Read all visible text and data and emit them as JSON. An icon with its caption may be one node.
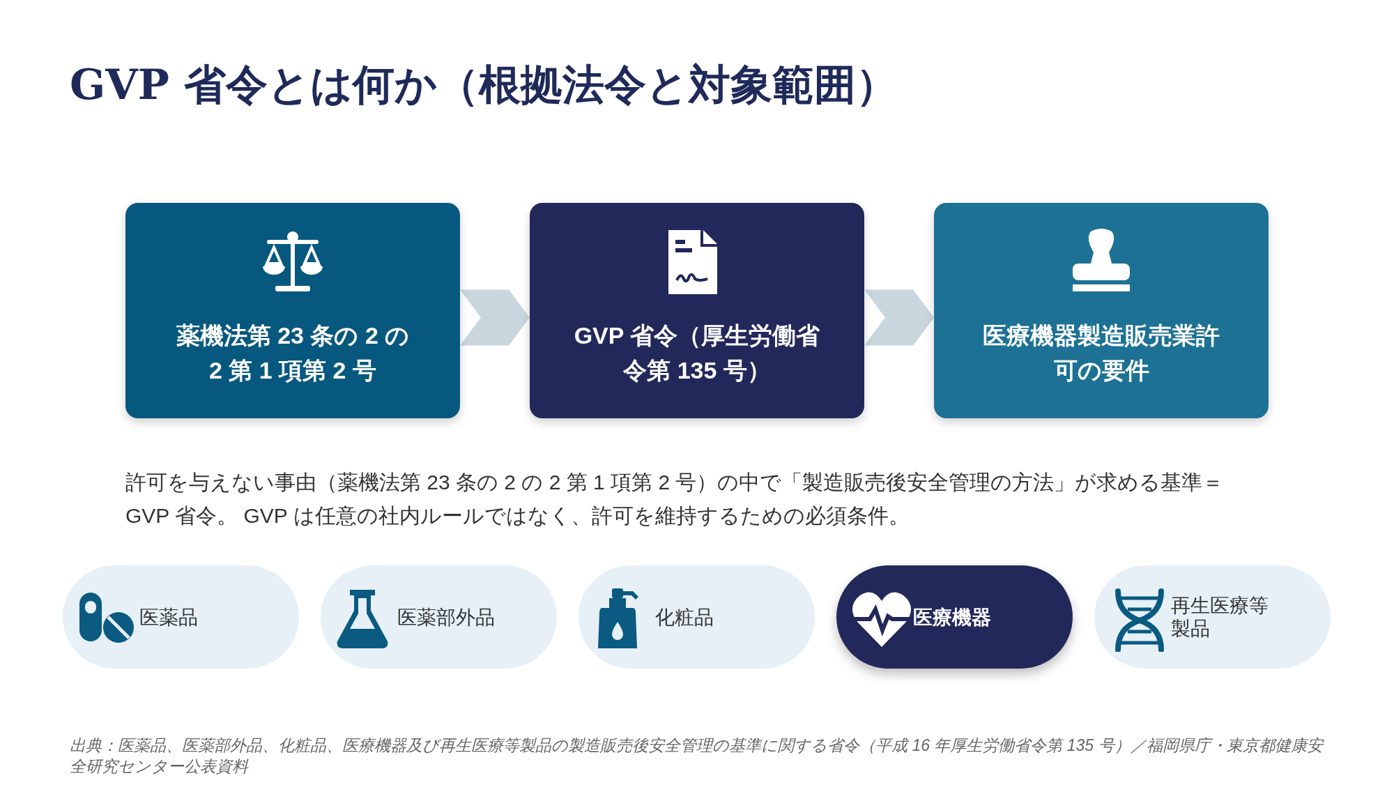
{
  "diagram": {
    "title": "GVP 省令とは何か（根拠法令と対象範囲）",
    "nodes": [
      {
        "text": [
          "薬機法第 23 条の 2 の 2 第 1 項第 2 号"
        ]
      },
      {
        "text": [
          "GVP 省令（厚生労働省令第 135 号）"
        ]
      },
      {
        "text": [
          "医療機器製造販売業許可の要件"
        ]
      },
      {
        "text": [
          "医薬品"
        ]
      },
      {
        "text": [
          "医薬部外品"
        ]
      },
      {
        "text": [
          "化粧品"
        ]
      },
      {
        "text": [
          "医療機器"
        ]
      },
      {
        "text": [
          "再生医療等製品"
        ]
      }
    ],
    "edges": [
      {
        "from": 0,
        "to": 1,
        "arrow": "to"
      },
      {
        "from": 1,
        "to": 2,
        "arrow": "to"
      }
    ],
    "labels": [
      "許可を与えない事由（薬機法第 23 条の 2 の 2 第 1 項第 2 号）の中で「製造販売後安全管理の方法」が求める基準＝ GVP 省令。 GVP は任意の社内ルールではなく、許可を維持するための必須条件。",
      "出典：医薬品、医薬部外品、化粧品、医療機器及び再生医療等製品の製造販売後安全管理の基準に関する省令（平成 16 年厚生労働省令第 135 号）／福岡県庁・東京都健康安全研究センター公表資料"
    ]
  }
}
